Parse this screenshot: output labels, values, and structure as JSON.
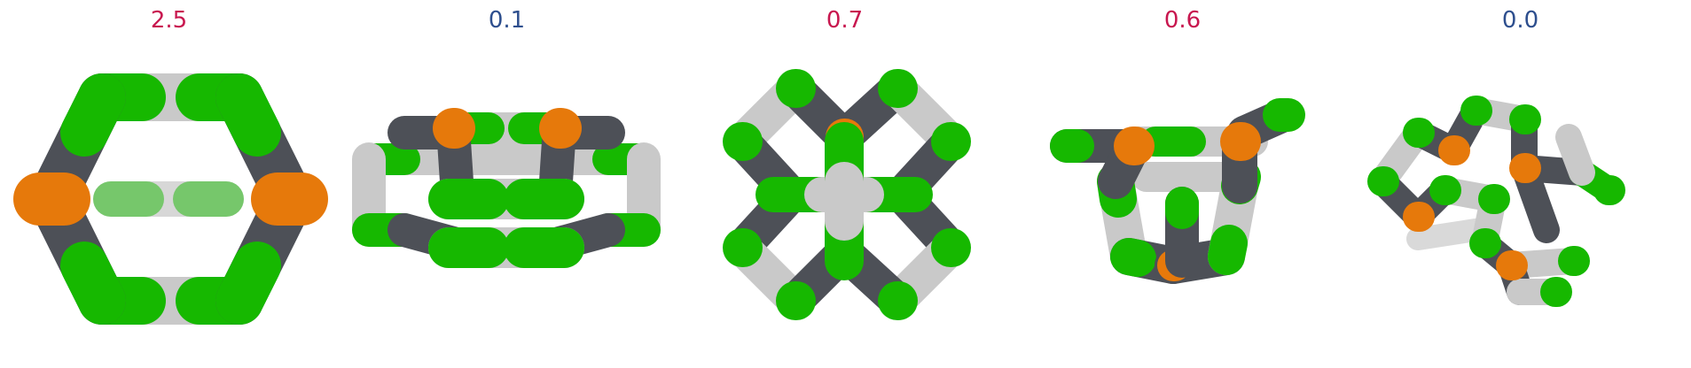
{
  "colors": {
    "high_score": "#c8174f",
    "low_score": "#2e4f8e",
    "carbon_green": "#16b800",
    "grey_dark": "#4d5057",
    "grey_light": "#c9c9c9",
    "orange": "#e6790b"
  },
  "panels": [
    {
      "score": "2.5",
      "score_color": "#c8174f",
      "structure": "hexagonal-cage"
    },
    {
      "score": "0.1",
      "score_color": "#2e4f8e",
      "structure": "flattened-cage"
    },
    {
      "score": "0.7",
      "score_color": "#c8174f",
      "structure": "cross-cage"
    },
    {
      "score": "0.6",
      "score_color": "#c8174f",
      "structure": "twisted-cage"
    },
    {
      "score": "0.0",
      "score_color": "#2e4f8e",
      "structure": "tangled-cage"
    }
  ]
}
